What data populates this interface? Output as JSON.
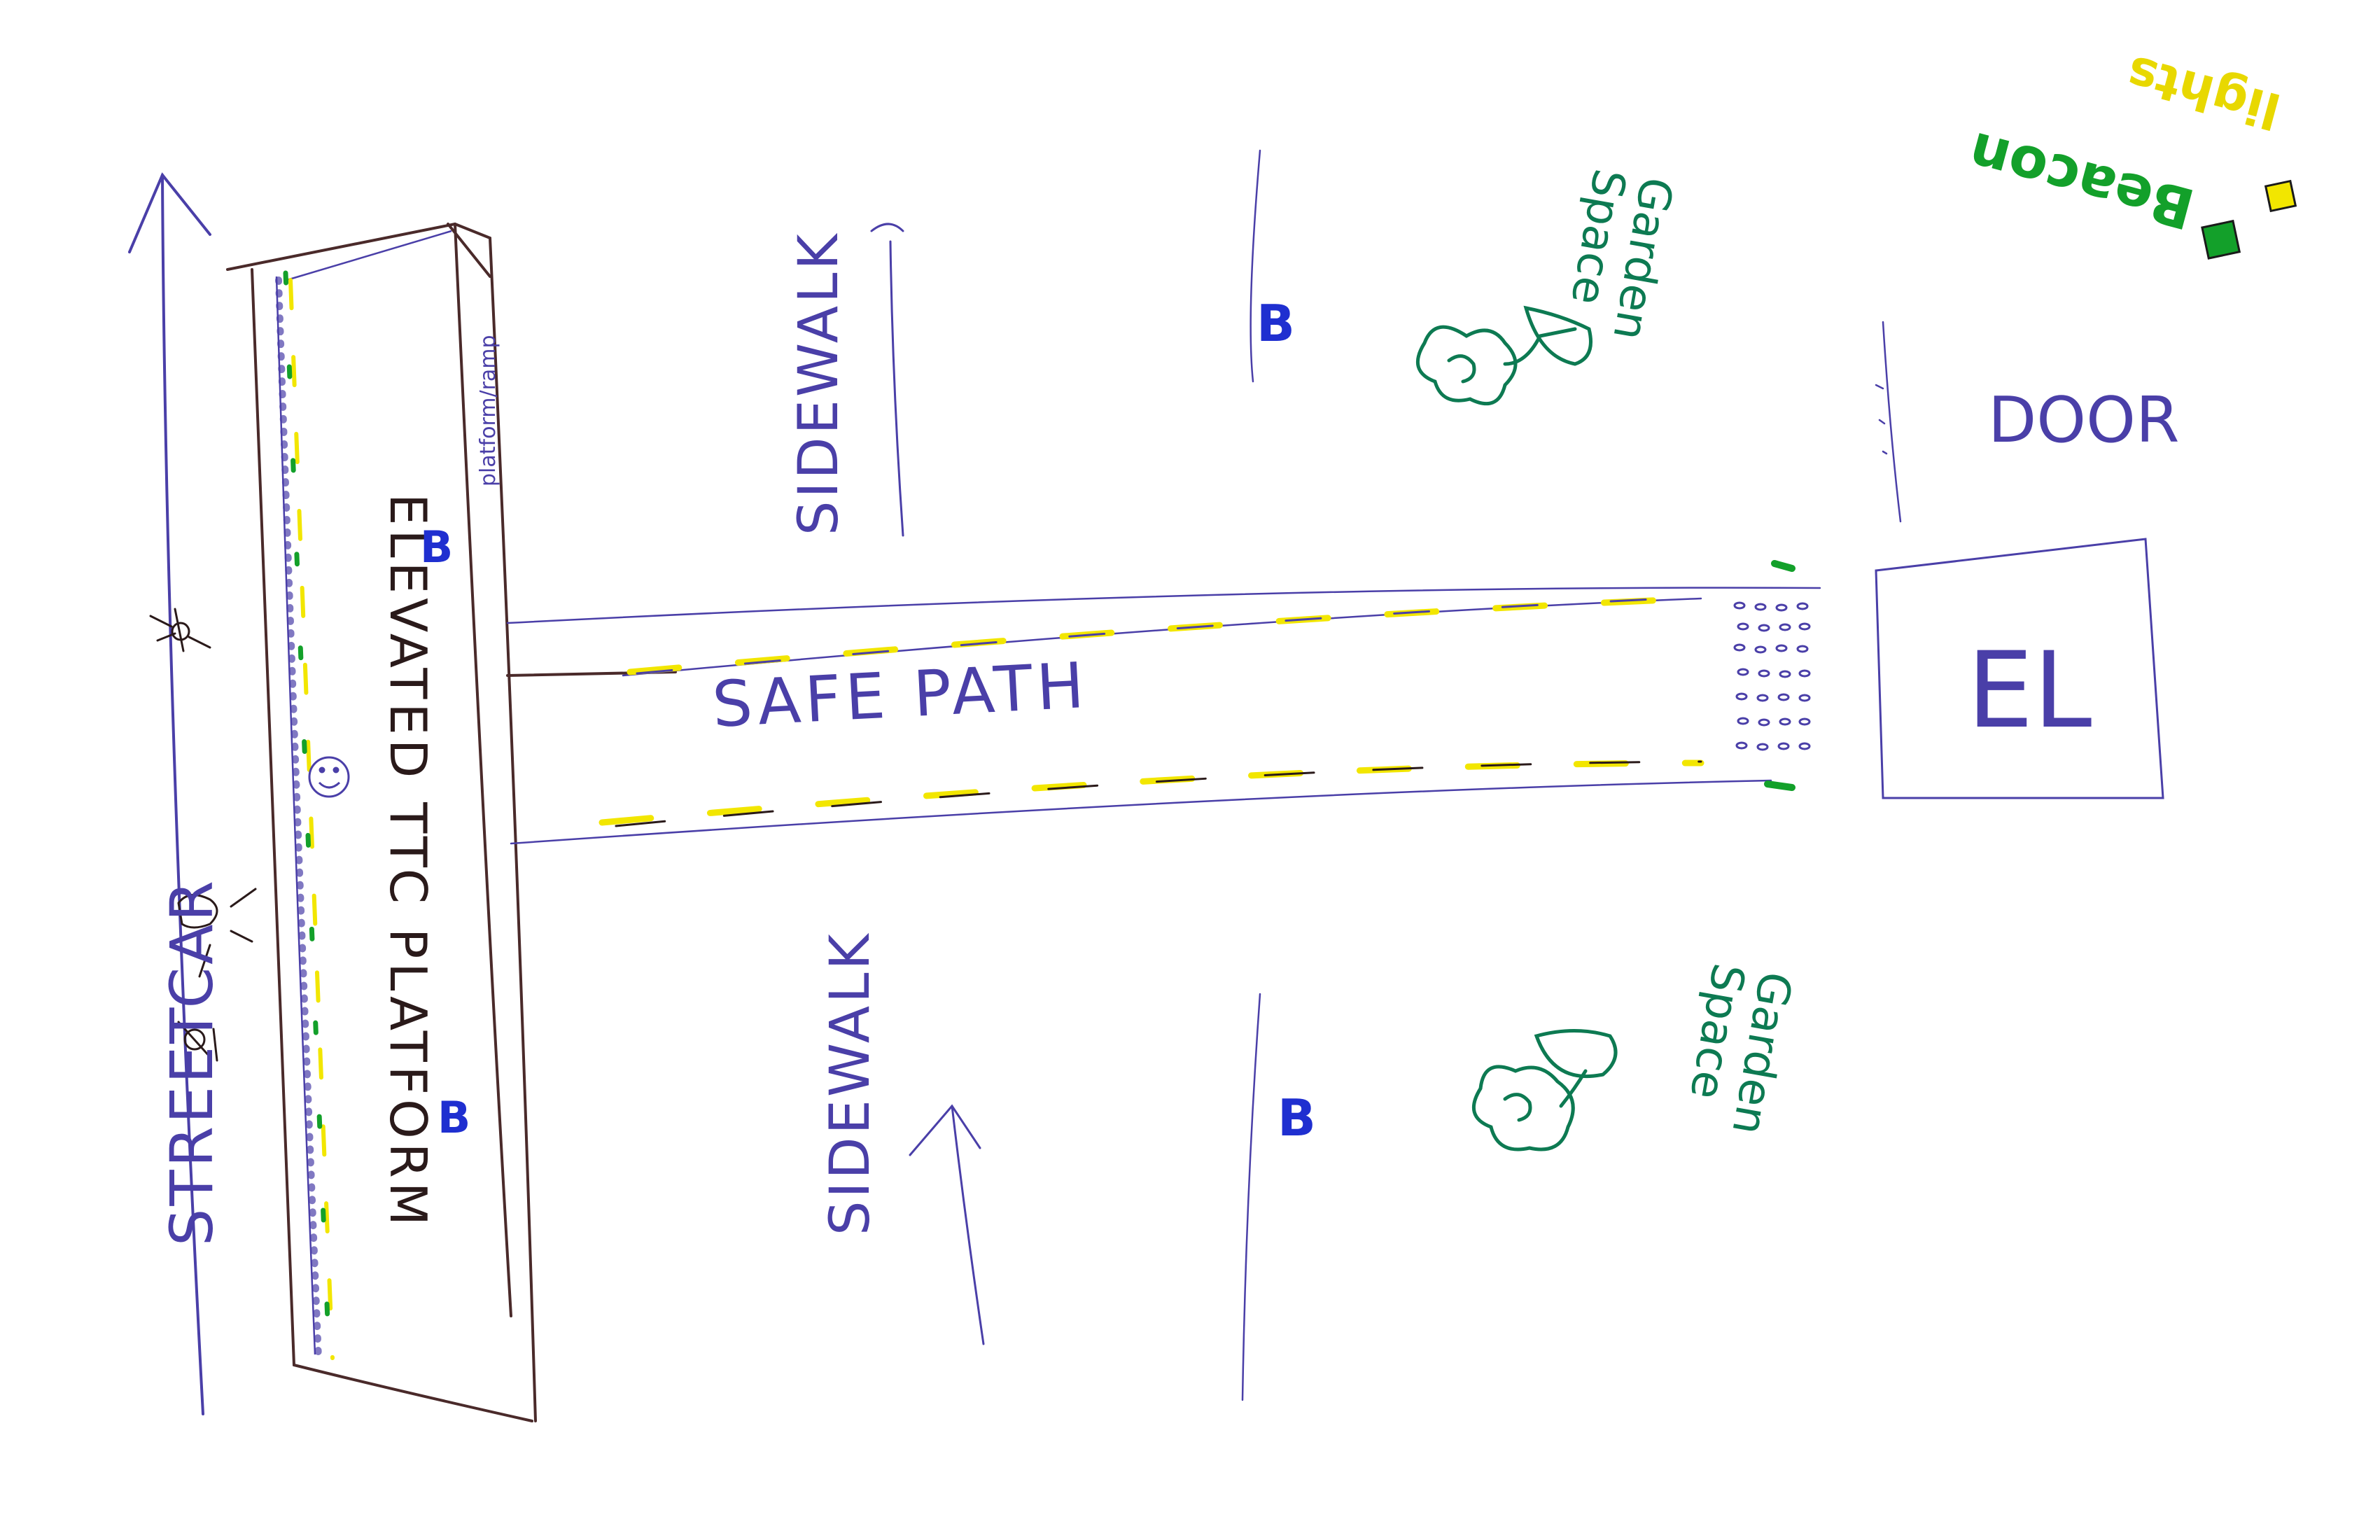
{
  "labels": {
    "streetcar": "STREETCAR",
    "elevated_platform": "ELEVATED TTC PLATFORM",
    "platform_ramp": "platform/ramp",
    "sidewalk_top": "SIDEWALK",
    "sidewalk_bottom": "SIDEWALK",
    "safe_path": "SAFE PATH",
    "door": "DOOR",
    "el": "EL",
    "bench": "B",
    "garden_top": "Garden Space",
    "garden_bottom": "Garden Space",
    "beacon": "Beacon",
    "lights": "lights"
  },
  "colors": {
    "ink_blue": "#4a3fa8",
    "ink_dark": "#2a1a1a",
    "bench_blue": "#1f2fd0",
    "garden_green": "#0d7a52",
    "beacon_green": "#13a02a",
    "highlight_yellow": "#f2e600",
    "brown_line": "#4a2a2a"
  }
}
